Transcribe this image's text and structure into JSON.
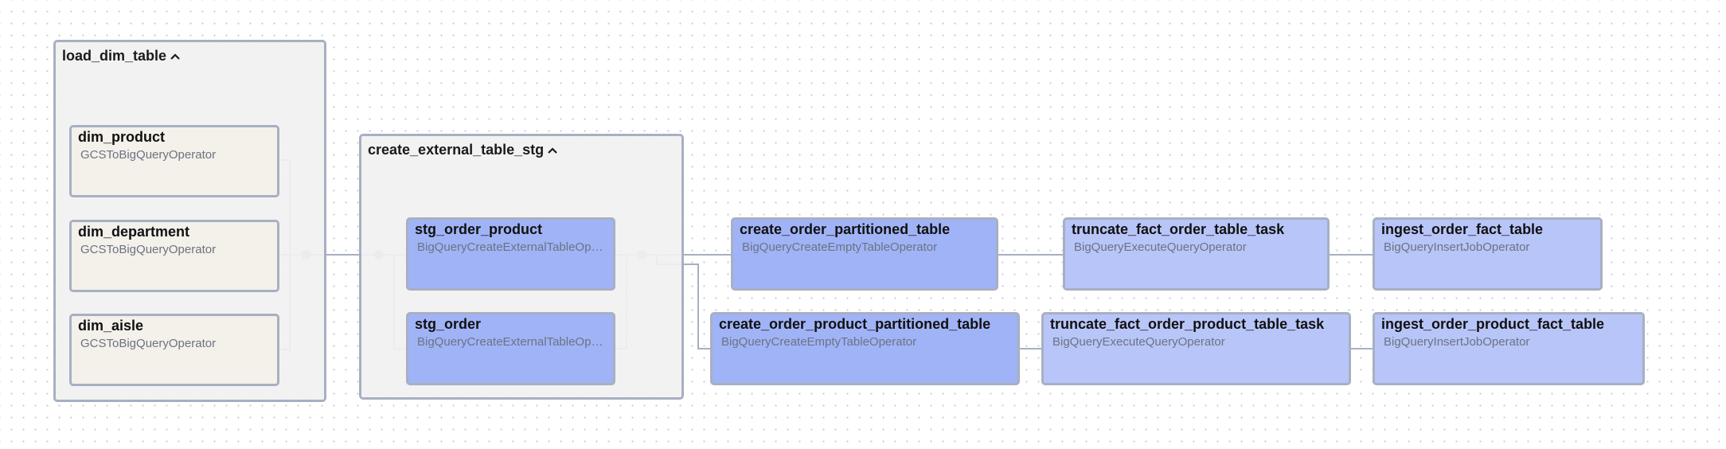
{
  "colors": {
    "edge": "#a7b0c2",
    "gcs_node_bg": "#f4f0ea",
    "bq_node_bg": "#a0b3f6",
    "bq_light_node_bg": "#b8c5f8",
    "group_bg": "#f1f1f1"
  },
  "groups": {
    "load_dim_table": {
      "label": "load_dim_table",
      "icon": "chevron-up-icon"
    },
    "create_external_table_stg": {
      "label": "create_external_table_stg",
      "icon": "chevron-up-icon"
    }
  },
  "nodes": {
    "dim_product": {
      "title": "dim_product",
      "operator": "GCSToBigQueryOperator"
    },
    "dim_department": {
      "title": "dim_department",
      "operator": "GCSToBigQueryOperator"
    },
    "dim_aisle": {
      "title": "dim_aisle",
      "operator": "GCSToBigQueryOperator"
    },
    "stg_order_product": {
      "title": "stg_order_product",
      "operator": "BigQueryCreateExternalTableOperator"
    },
    "stg_order": {
      "title": "stg_order",
      "operator": "BigQueryCreateExternalTableOperator"
    },
    "create_order_partitioned_table": {
      "title": "create_order_partitioned_table",
      "operator": "BigQueryCreateEmptyTableOperator"
    },
    "create_order_product_partitioned_table": {
      "title": "create_order_product_partitioned_table",
      "operator": "BigQueryCreateEmptyTableOperator"
    },
    "truncate_fact_order_table_task": {
      "title": "truncate_fact_order_table_task",
      "operator": "BigQueryExecuteQueryOperator"
    },
    "truncate_fact_order_product_table_task": {
      "title": "truncate_fact_order_product_table_task",
      "operator": "BigQueryExecuteQueryOperator"
    },
    "ingest_order_fact_table": {
      "title": "ingest_order_fact_table",
      "operator": "BigQueryInsertJobOperator"
    },
    "ingest_order_product_fact_table": {
      "title": "ingest_order_product_fact_table",
      "operator": "BigQueryInsertJobOperator"
    }
  },
  "edges": [
    {
      "from": "dim_product",
      "to": "junction-load"
    },
    {
      "from": "dim_department",
      "to": "junction-load"
    },
    {
      "from": "dim_aisle",
      "to": "junction-load"
    },
    {
      "from": "load_dim_table",
      "to": "create_external_table_stg"
    },
    {
      "from": "junction-stg-in",
      "to": "stg_order_product"
    },
    {
      "from": "junction-stg-in",
      "to": "stg_order"
    },
    {
      "from": "stg_order_product",
      "to": "junction-stg-out"
    },
    {
      "from": "stg_order",
      "to": "junction-stg-out"
    },
    {
      "from": "create_external_table_stg",
      "to": "create_order_partitioned_table"
    },
    {
      "from": "create_external_table_stg",
      "to": "create_order_product_partitioned_table"
    },
    {
      "from": "create_order_partitioned_table",
      "to": "truncate_fact_order_table_task"
    },
    {
      "from": "truncate_fact_order_table_task",
      "to": "ingest_order_fact_table"
    },
    {
      "from": "create_order_product_partitioned_table",
      "to": "truncate_fact_order_product_table_task"
    },
    {
      "from": "truncate_fact_order_product_table_task",
      "to": "ingest_order_product_fact_table"
    }
  ]
}
